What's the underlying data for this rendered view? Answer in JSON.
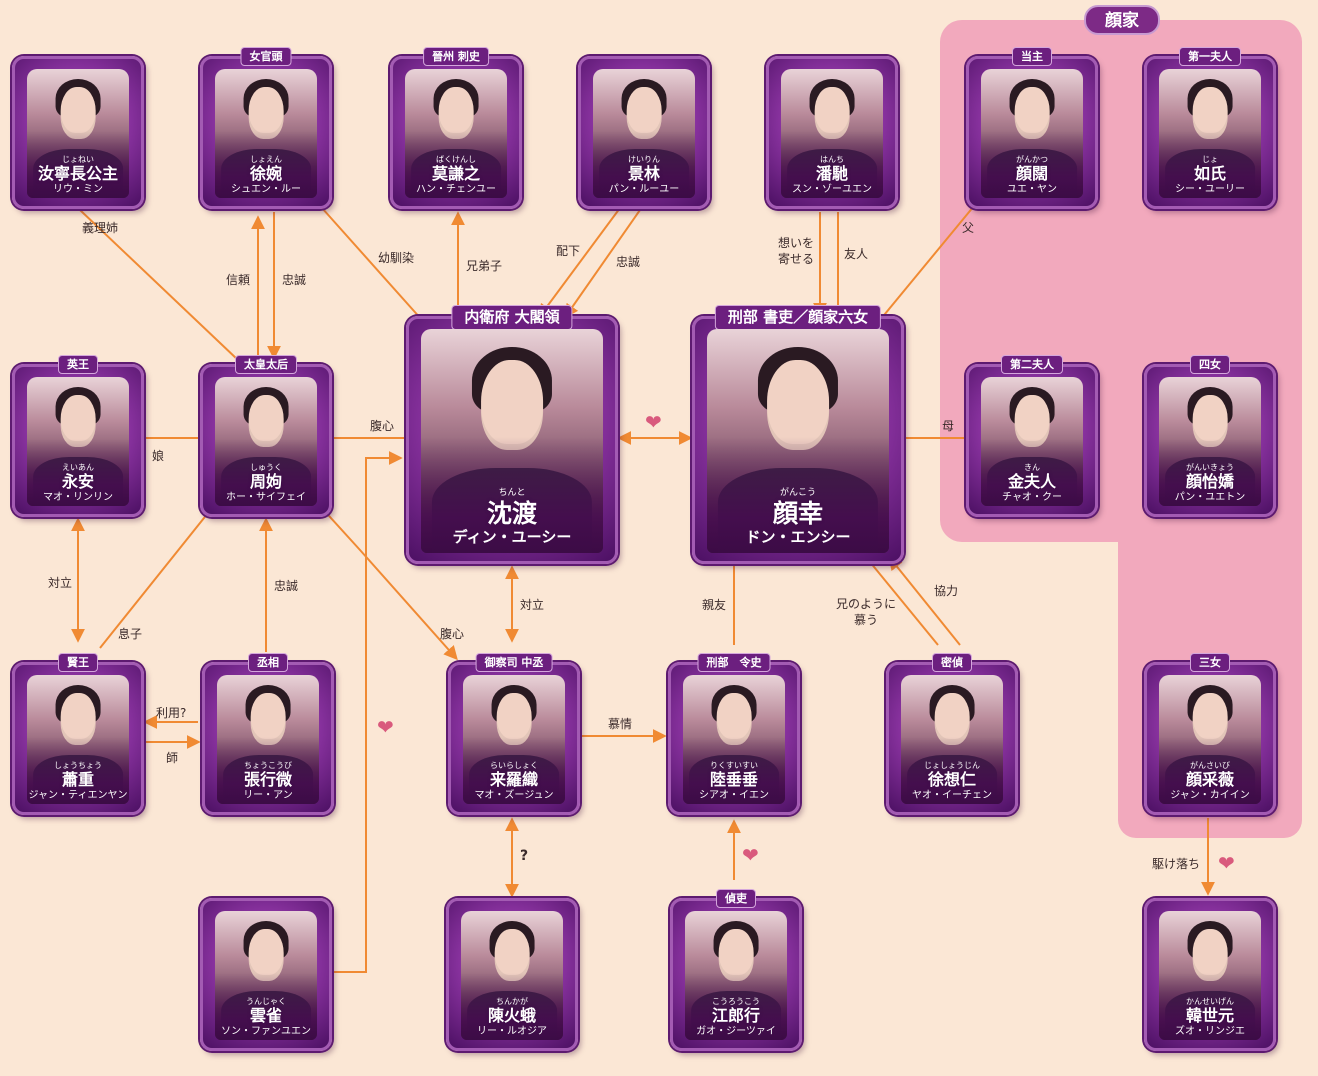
{
  "family": {
    "title": "顔家"
  },
  "characters": {
    "ru_ning": {
      "role": "",
      "ruby": "じょねい",
      "name": "汝寧長公主",
      "actor": "リウ・ミン"
    },
    "xu_wan": {
      "role": "女官頭",
      "ruby": "しょえん",
      "name": "徐婉",
      "actor": "シュエン・ルー"
    },
    "mo_qianzhi": {
      "role": "晉州 刺史",
      "ruby": "ばくけんし",
      "name": "莫謙之",
      "actor": "ハン・チェンユー"
    },
    "jing_lin": {
      "role": "",
      "ruby": "けいりん",
      "name": "景林",
      "actor": "パン・ルーユー"
    },
    "pan_chi": {
      "role": "",
      "ruby": "はんち",
      "name": "潘馳",
      "actor": "スン・ゾーユエン"
    },
    "yan_kuo": {
      "role": "当主",
      "ruby": "がんかつ",
      "name": "顔闊",
      "actor": "ユエ・ヤン"
    },
    "ru_shi": {
      "role": "第一夫人",
      "ruby": "じょ",
      "name": "如氏",
      "actor": "シー・ユーリー"
    },
    "yong_an": {
      "role": "英王",
      "ruby": "えいあん",
      "name": "永安",
      "actor": "マオ・リンリン"
    },
    "zhou_xu": {
      "role": "太皇太后",
      "ruby": "しゅうく",
      "name": "周姁",
      "actor": "ホー・サイフェイ"
    },
    "shen_du": {
      "role": "内衛府 大閣領",
      "ruby": "ちんと",
      "name": "沈渡",
      "actor": "ディン・ユーシー"
    },
    "yan_xing": {
      "role": "刑部 書吏／顔家六女",
      "ruby": "がんこう",
      "name": "顔幸",
      "actor": "ドン・エンシー"
    },
    "jin_furen": {
      "role": "第二夫人",
      "ruby": "きん",
      "name": "金夫人",
      "actor": "チャオ・クー"
    },
    "yan_yijiao": {
      "role": "四女",
      "ruby": "がんいきょう",
      "name": "顔怡嬌",
      "actor": "パン・ユエトン"
    },
    "xiao_zhong": {
      "role": "賢王",
      "ruby": "しょうちょう",
      "name": "蕭重",
      "actor": "ジャン・ティエンヤン"
    },
    "zhang_xingwei": {
      "role": "丞相",
      "ruby": "ちょうこうび",
      "name": "張行微",
      "actor": "リー・アン"
    },
    "lai_luozhi": {
      "role": "御察司 中丞",
      "ruby": "らいらしょく",
      "name": "来羅織",
      "actor": "マオ・ズージュン"
    },
    "lu_chuichui": {
      "role": "刑部　令史",
      "ruby": "りくすいすい",
      "name": "陸垂垂",
      "actor": "シアオ・イエン"
    },
    "xu_xiangren": {
      "role": "密偵",
      "ruby": "じょしょうじん",
      "name": "徐想仁",
      "actor": "ヤオ・イーチェン"
    },
    "yan_caiwei": {
      "role": "三女",
      "ruby": "がんさいび",
      "name": "顔采薇",
      "actor": "ジャン・カイイン"
    },
    "yun_que": {
      "role": "",
      "ruby": "うんじゃく",
      "name": "雲雀",
      "actor": "ソン・ファンユエン"
    },
    "chen_hue": {
      "role": "",
      "ruby": "ちんかが",
      "name": "陳火蛾",
      "actor": "リー・ルオジア"
    },
    "jiang_langxing": {
      "role": "偵吏",
      "ruby": "こうろうこう",
      "name": "江郎行",
      "actor": "ガオ・ジーツァイ"
    },
    "han_shiyuan": {
      "role": "",
      "ruby": "かんせいげん",
      "name": "韓世元",
      "actor": "ズオ・リンジエ"
    }
  },
  "relations": {
    "giri_shi": "義理姉",
    "shinrai": "信頼",
    "chusei_xu": "忠誠",
    "osananajimi": "幼馴染",
    "kyodai": "兄弟子",
    "haika": "配下",
    "chusei_jing": "忠誠",
    "omoi_1": "想いを",
    "omoi_2": "寄せる",
    "yujin": "友人",
    "chichi": "父",
    "musume": "娘",
    "fukushin_zhou": "腹心",
    "haha": "母",
    "tairitsu_left": "対立",
    "chusei_zhang": "忠誠",
    "musuko": "息子",
    "fukushin_lai": "腹心",
    "tairitsu_shen": "対立",
    "shinyu": "親友",
    "ani_1": "兄のように",
    "ani_2": "慕う",
    "kyoryoku": "協力",
    "riyo": "利用?",
    "shi": "師",
    "bojo": "慕情",
    "question": "?",
    "kakeochi": "駆け落ち"
  },
  "colors": {
    "line": "#f08a33",
    "card": "#7e2a93",
    "family_bg": "#f2a9bd",
    "background": "#fbe7d5",
    "heart": "#d95a7d"
  }
}
